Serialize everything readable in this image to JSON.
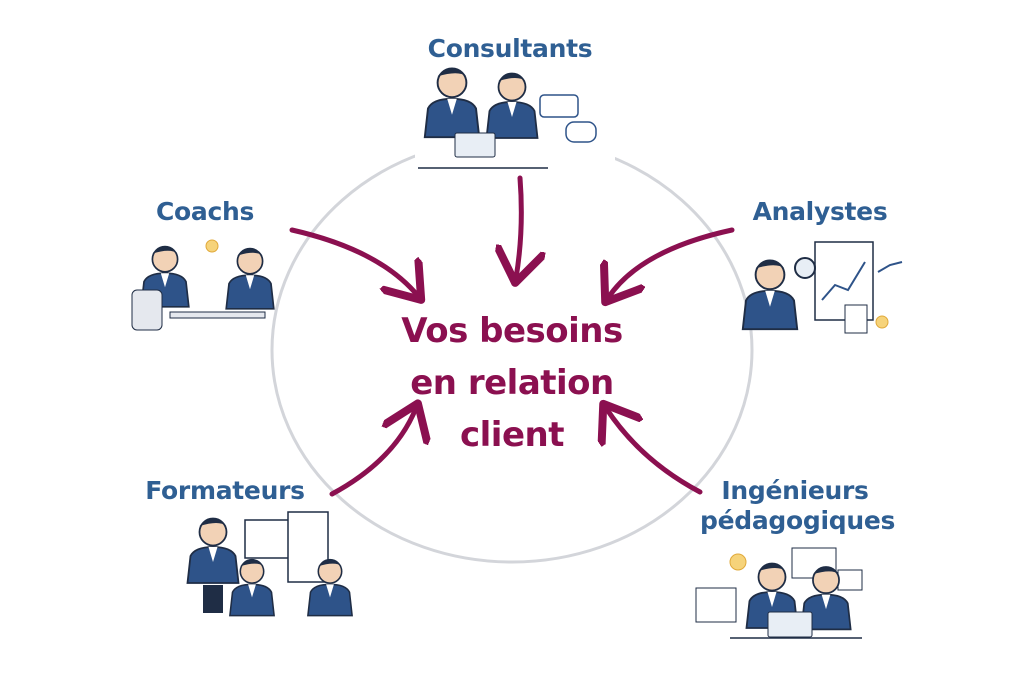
{
  "center": {
    "line1": "Vos besoins",
    "line2": "en relation client"
  },
  "roles": [
    {
      "label": "Consultants"
    },
    {
      "label": "Coachs"
    },
    {
      "label": "Analystes"
    },
    {
      "label": "Formateurs"
    },
    {
      "label": "Ingénieurs",
      "label2": "pédagogiques"
    }
  ],
  "colors": {
    "accent": "#8b1050",
    "role": "#2f5f93",
    "suit": "#2e5389",
    "circle": "#d3d5da"
  }
}
